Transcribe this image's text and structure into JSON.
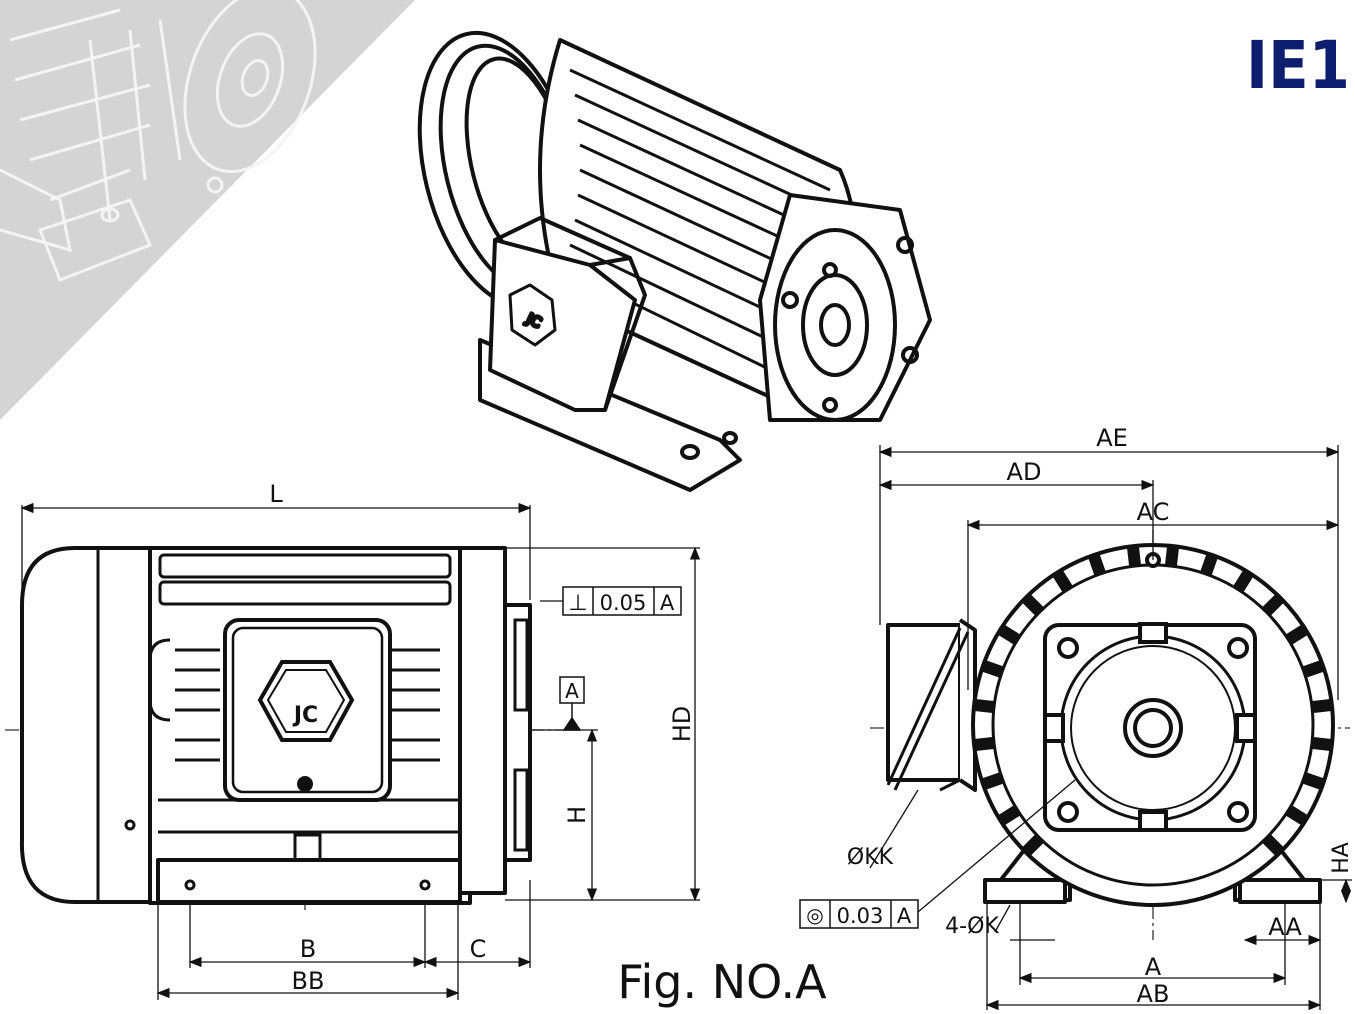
{
  "badge": {
    "text": "IE1",
    "color": "#0d1e6e"
  },
  "caption": "Fig. NO.A",
  "logo_text": "JC",
  "side_view": {
    "dimensions": {
      "L": "L",
      "HD": "HD",
      "H": "H",
      "B": "B",
      "BB": "BB",
      "C": "C"
    },
    "perpendicularity": {
      "symbol": "⊥",
      "value": "0.05",
      "datum": "A"
    },
    "datum_marker": "A"
  },
  "front_view": {
    "dimensions": {
      "AE": "AE",
      "AD": "AD",
      "AC": "AC",
      "KK": "ØKK",
      "HA": "HA",
      "K": "4-ØK",
      "AA": "AA",
      "A": "A",
      "AB": "AB"
    },
    "concentricity": {
      "symbol": "◎",
      "value": "0.03",
      "datum": "A"
    }
  },
  "colors": {
    "ink": "#111111",
    "watermark": "#d6d6d6"
  }
}
